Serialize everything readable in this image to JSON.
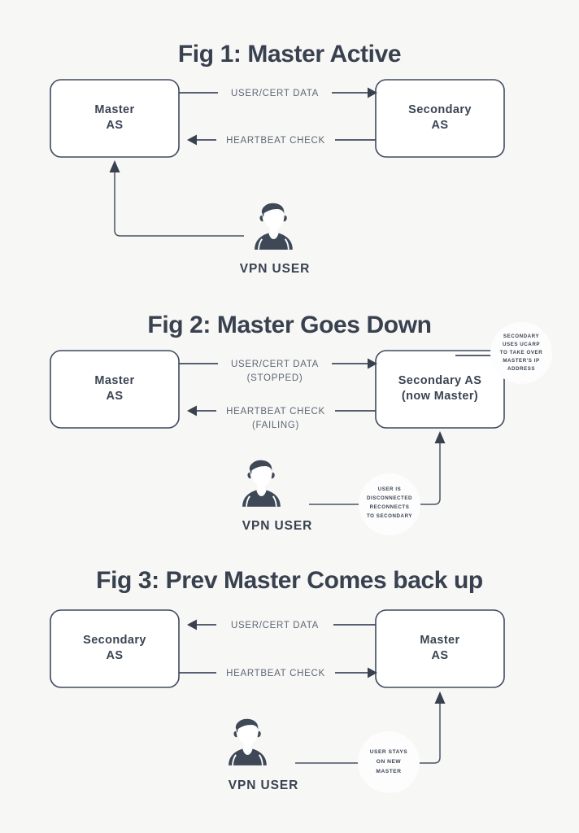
{
  "page": {
    "background_color": "#f7f7f6",
    "ink_color": "#39414f",
    "box_fill": "#ffffff",
    "box_border": "#3f4a5f",
    "label_color": "#5e6775"
  },
  "figures": [
    {
      "id": "fig1",
      "title": "Fig 1: Master Active",
      "left_box": {
        "line1": "Master",
        "line2": "AS"
      },
      "right_box": {
        "line1": "Secondary",
        "line2": "AS"
      },
      "edges": [
        {
          "label": "USER/CERT DATA",
          "sublabel": "",
          "direction": "left-to-right"
        },
        {
          "label": "HEARTBEAT CHECK",
          "sublabel": "",
          "direction": "right-to-left"
        }
      ],
      "user": {
        "label": "VPN USER",
        "icon": "user-avatar-icon"
      },
      "user_connects_to": "left_box",
      "bubbles": []
    },
    {
      "id": "fig2",
      "title": "Fig 2: Master Goes Down",
      "left_box": {
        "line1": "Master",
        "line2": "AS"
      },
      "right_box": {
        "line1": "Secondary AS",
        "line2": "(now Master)"
      },
      "edges": [
        {
          "label": "USER/CERT DATA",
          "sublabel": "(STOPPED)",
          "direction": "left-to-right"
        },
        {
          "label": "HEARTBEAT CHECK",
          "sublabel": "(FAILING)",
          "direction": "right-to-left"
        }
      ],
      "user": {
        "label": "VPN USER",
        "icon": "user-avatar-icon"
      },
      "user_connects_to": "right_box",
      "bubbles": [
        {
          "id": "fig2-bubble-ucarp",
          "lines": [
            "SECONDARY",
            "USES UCARP",
            "TO TAKE OVER",
            "MASTER'S IP",
            "ADDRESS"
          ]
        },
        {
          "id": "fig2-bubble-reconnect",
          "lines": [
            "USER IS",
            "DISCONNECTED",
            "RECONNECTS",
            "TO SECONDARY"
          ]
        }
      ]
    },
    {
      "id": "fig3",
      "title": "Fig 3: Prev Master Comes back up",
      "left_box": {
        "line1": "Secondary",
        "line2": "AS"
      },
      "right_box": {
        "line1": "Master",
        "line2": "AS"
      },
      "edges": [
        {
          "label": "USER/CERT DATA",
          "sublabel": "",
          "direction": "right-to-left"
        },
        {
          "label": "HEARTBEAT CHECK",
          "sublabel": "",
          "direction": "left-to-right"
        }
      ],
      "user": {
        "label": "VPN USER",
        "icon": "user-avatar-icon"
      },
      "user_connects_to": "right_box",
      "bubbles": [
        {
          "id": "fig3-bubble-stays",
          "lines": [
            "USER STAYS",
            "ON NEW",
            "MASTER"
          ]
        }
      ]
    }
  ]
}
